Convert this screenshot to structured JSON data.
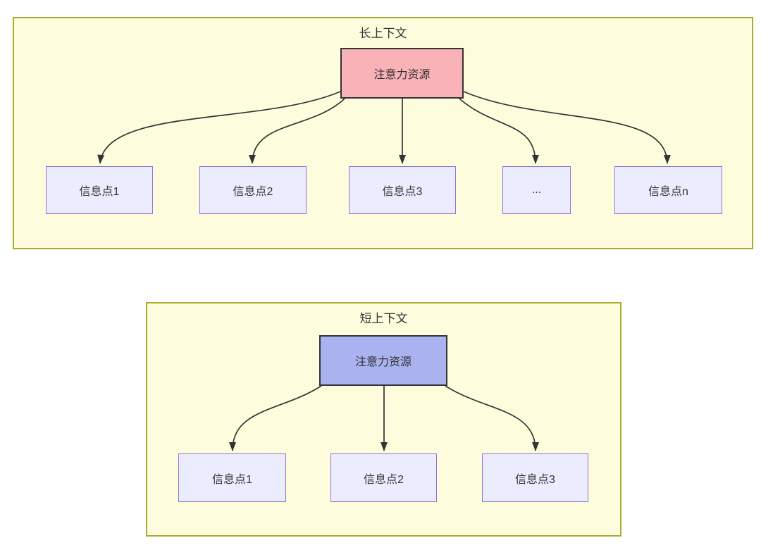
{
  "diagram": {
    "type": "flowchart",
    "edge_color": "#333333",
    "node_style": {
      "fill": "#ececff",
      "border": "#9370db",
      "text": "#333333"
    },
    "groups": [
      {
        "id": "long-context",
        "title": "长上下文",
        "fill": "#fdfdde",
        "border": "#aaaa33",
        "attention": {
          "label": "注意力资源",
          "fill": "#f9b2b8",
          "border": "#333333"
        },
        "nodes": [
          {
            "label": "信息点1"
          },
          {
            "label": "信息点2"
          },
          {
            "label": "信息点3"
          },
          {
            "label": "..."
          },
          {
            "label": "信息点n"
          }
        ]
      },
      {
        "id": "short-context",
        "title": "短上下文",
        "fill": "#fdfdde",
        "border": "#aaaa33",
        "attention": {
          "label": "注意力资源",
          "fill": "#aab2f0",
          "border": "#333333"
        },
        "nodes": [
          {
            "label": "信息点1"
          },
          {
            "label": "信息点2"
          },
          {
            "label": "信息点3"
          }
        ]
      }
    ]
  }
}
